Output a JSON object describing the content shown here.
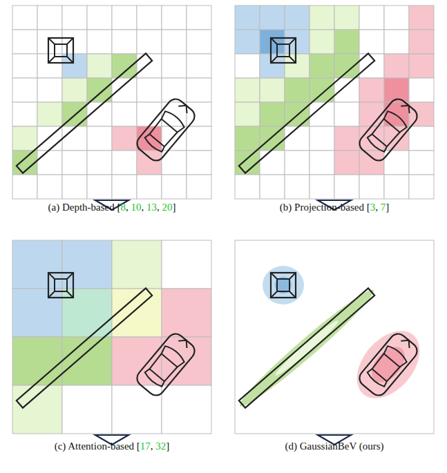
{
  "diagram": {
    "labels": [
      "(a) Depth-based [8, 10, 13, 20]",
      "(b) Projection-based [3, 7]",
      "(c) Attention-based [17, 32]",
      "(d) GaussianBeV (ours)"
    ]
  }
}
